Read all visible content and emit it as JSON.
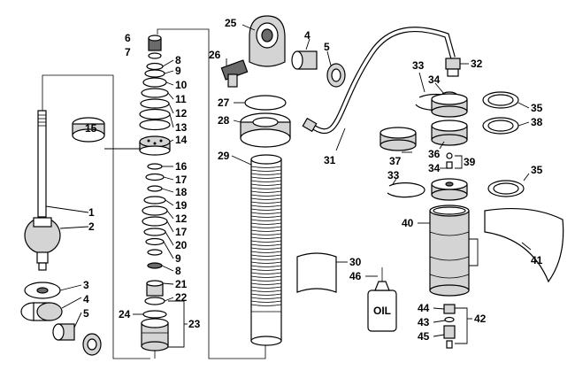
{
  "labels": {
    "p1": "1",
    "p2": "2",
    "p3": "3",
    "p4a": "4",
    "p5a": "5",
    "p6": "6",
    "p7": "7",
    "p8a": "8",
    "p9a": "9",
    "p10": "10",
    "p11": "11",
    "p12a": "12",
    "p13": "13",
    "p14": "14",
    "p15": "15",
    "p16": "16",
    "p17a": "17",
    "p18": "18",
    "p19": "19",
    "p12b": "12",
    "p17b": "17",
    "p20": "20",
    "p9b": "9",
    "p8b": "8",
    "p21": "21",
    "p22": "22",
    "p24": "24",
    "p23": "23",
    "p25": "25",
    "p4b": "4",
    "p5b": "5",
    "p26": "26",
    "p27": "27",
    "p28": "28",
    "p29": "29",
    "p30": "30",
    "p46": "46",
    "p31": "31",
    "p32": "32",
    "p33a": "33",
    "p34a": "34",
    "p35a": "35",
    "p38": "38",
    "p36": "36",
    "p37": "37",
    "p34b": "34",
    "p39": "39",
    "p33b": "33",
    "p35b": "35",
    "p40": "40",
    "p41": "41",
    "p44": "44",
    "p43": "43",
    "p45": "45",
    "p42": "42"
  },
  "oil_label": "OIL",
  "colors": {
    "line": "#000000",
    "fill": "#ffffff",
    "shade": "#d4d4d4",
    "dark": "#6a6a6a"
  }
}
